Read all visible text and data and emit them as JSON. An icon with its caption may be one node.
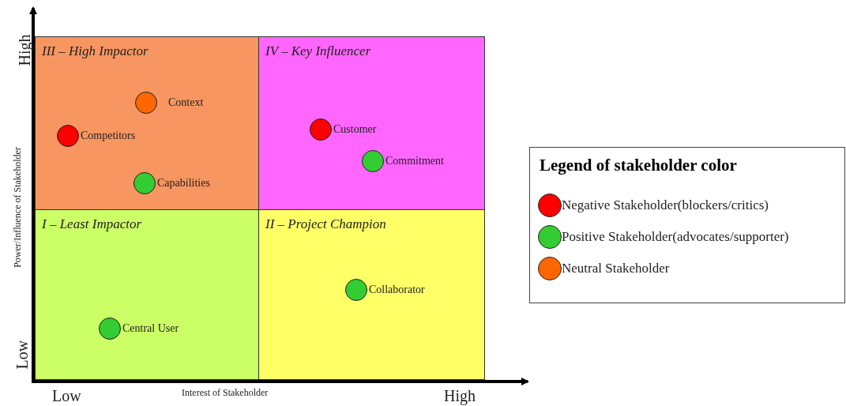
{
  "diagram": {
    "nodes": [
      {
        "text": [
          "III – High Impactor"
        ]
      },
      {
        "text": [
          "Context"
        ],
        "in": 0
      },
      {
        "text": [
          "Competitors"
        ],
        "in": 0
      },
      {
        "text": [
          "Capabilities"
        ],
        "in": 0
      },
      {
        "text": [
          "IV – Key Influencer"
        ]
      },
      {
        "text": [
          "Customer"
        ],
        "in": 4
      },
      {
        "text": [
          "Commitment"
        ],
        "in": 4
      },
      {
        "text": [
          "I – Least Impactor"
        ]
      },
      {
        "text": [
          "Central User"
        ],
        "in": 7
      },
      {
        "text": [
          "II – Project Champion"
        ]
      },
      {
        "text": [
          "Collaborator"
        ],
        "in": 9
      }
    ],
    "labels": [
      "High",
      "Power/Influence of Stakeholder",
      "Low",
      "Low",
      "Interest of Stakeholder",
      "High",
      "Legend of stakeholder color"
    ],
    "legend": [
      {
        "text": "Negative Stakeholder(blockers/critics)",
        "color": "#ff0000"
      },
      {
        "text": "Positive Stakeholder(advocates/supporter)",
        "color": "#33cc33"
      },
      {
        "text": "Neutral Stakeholder",
        "color": "#ff6600"
      }
    ]
  }
}
